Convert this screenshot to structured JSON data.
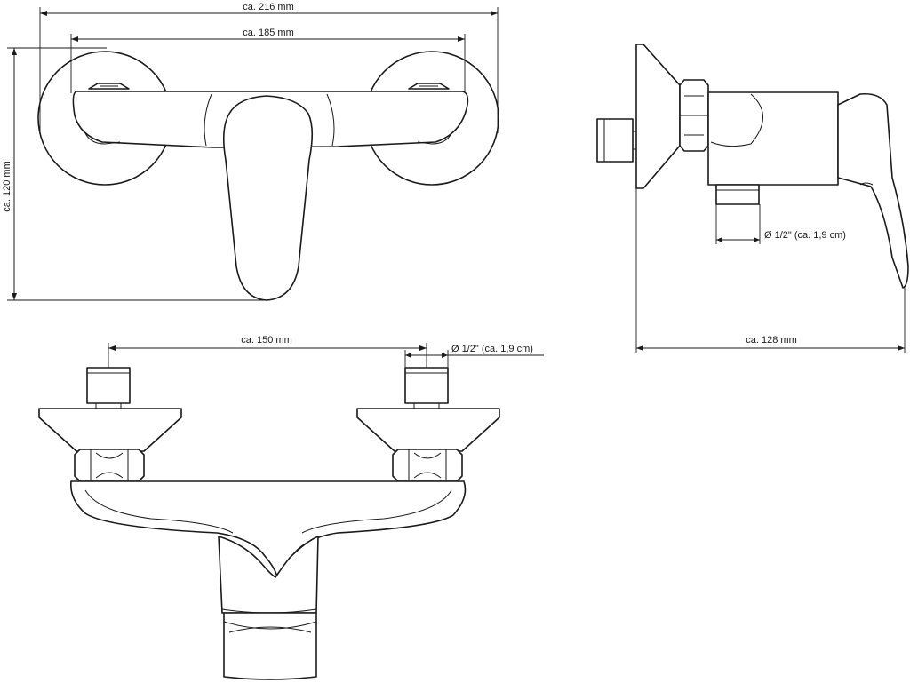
{
  "dimensions": {
    "width_216": "ca. 216 mm",
    "width_185": "ca. 185 mm",
    "height_120": "ca. 120 mm",
    "thread_side": "Ø 1/2\" (ca. 1,9 cm)",
    "depth_128": "ca. 128 mm",
    "spacing_150": "ca. 150 mm",
    "thread_bottom": "Ø 1/2\" (ca. 1,9 cm)"
  }
}
